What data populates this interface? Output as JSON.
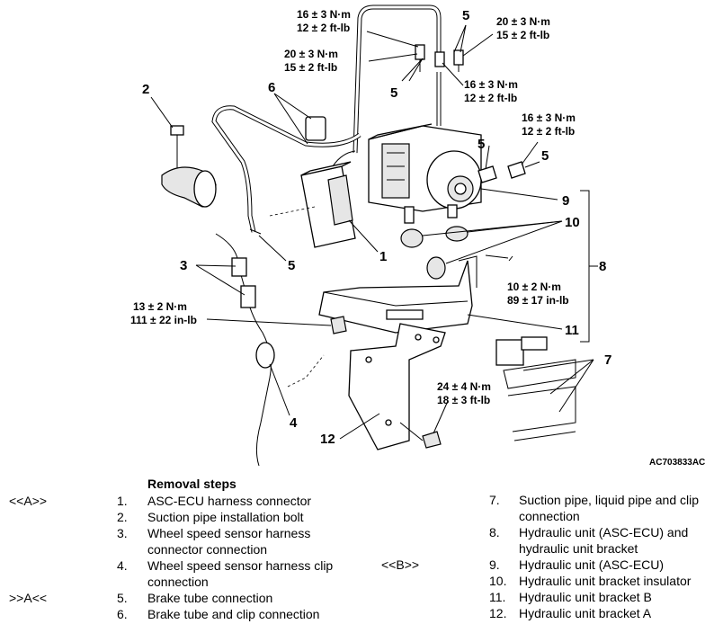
{
  "figure_code": "AC703833AC",
  "callouts": {
    "c1": "1",
    "c2": "2",
    "c3": "3",
    "c4": "4",
    "c5a": "5",
    "c5b": "5",
    "c5c": "5",
    "c5d": "5",
    "c5e": "5",
    "c6": "6",
    "c7": "7",
    "c8": "8",
    "c9": "9",
    "c10": "10",
    "c11": "11",
    "c12": "12"
  },
  "torques": {
    "t1": [
      "16 ± 3 N·m",
      "12 ± 2 ft-lb"
    ],
    "t2": [
      "20 ± 3 N·m",
      "15 ± 2 ft-lb"
    ],
    "t3": [
      "20 ± 3 N·m",
      "15 ± 2 ft-lb"
    ],
    "t4": [
      "16 ± 3 N·m",
      "12 ± 2 ft-lb"
    ],
    "t5": [
      "16 ± 3 N·m",
      "12 ± 2 ft-lb"
    ],
    "t6": [
      "10 ± 2 N·m",
      "89 ± 17 in-lb"
    ],
    "t7": [
      "13 ± 2 N·m",
      "111 ± 22 in-lb"
    ],
    "t8": [
      "24 ± 4 N·m",
      "18 ± 3 ft-lb"
    ]
  },
  "removal": {
    "title": "Removal steps",
    "left": [
      {
        "mark": "<<A>>",
        "num": "1.",
        "lines": [
          "ASC-ECU harness connector"
        ]
      },
      {
        "mark": "",
        "num": "2.",
        "lines": [
          "Suction pipe installation bolt"
        ]
      },
      {
        "mark": "",
        "num": "3.",
        "lines": [
          "Wheel speed sensor harness",
          "connector connection"
        ]
      },
      {
        "mark": "",
        "num": "4.",
        "lines": [
          "Wheel speed sensor harness clip",
          "connection"
        ]
      },
      {
        "mark": ">>A<<",
        "num": "5.",
        "lines": [
          "Brake tube connection"
        ]
      },
      {
        "mark": "",
        "num": "6.",
        "lines": [
          "Brake tube and clip connection"
        ]
      }
    ],
    "right": [
      {
        "mark": "",
        "num": "7.",
        "lines": [
          "Suction pipe, liquid pipe and clip",
          "connection"
        ]
      },
      {
        "mark": "",
        "num": "8.",
        "lines": [
          "Hydraulic unit (ASC-ECU) and",
          "hydraulic unit bracket"
        ]
      },
      {
        "mark": "<<B>>",
        "num": "9.",
        "lines": [
          "Hydraulic unit (ASC-ECU)"
        ]
      },
      {
        "mark": "",
        "num": "10.",
        "lines": [
          "Hydraulic unit bracket insulator"
        ]
      },
      {
        "mark": "",
        "num": "11.",
        "lines": [
          "Hydraulic unit bracket B"
        ]
      },
      {
        "mark": "",
        "num": "12.",
        "lines": [
          "Hydraulic unit bracket A"
        ]
      }
    ]
  }
}
